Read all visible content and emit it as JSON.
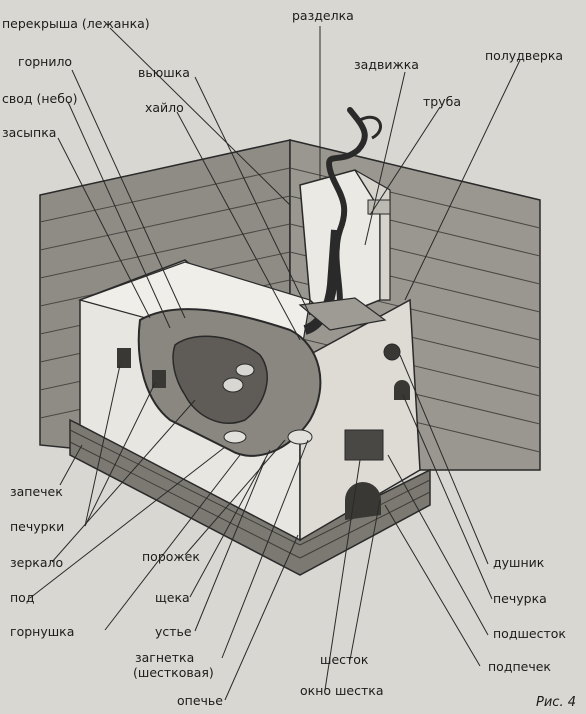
{
  "labels": {
    "perekrysha": "перекрыша (лежанка)",
    "gornilo": "горнило",
    "svod": "свод (небо)",
    "zasypka": "засыпка",
    "vyushka": "вьюшка",
    "khailo": "хайло",
    "razdelka": "разделка",
    "zadvizhka": "задвижка",
    "poludverka": "полудверка",
    "truba": "труба",
    "zapechek": "запечек",
    "pechurki": "печурки",
    "zerkalo": "зеркало",
    "pod": "под",
    "gornushka": "горнушка",
    "porozhek": "порожек",
    "shcheka": "щека",
    "ustye": "устье",
    "zagnetka": "загнетка",
    "shestkovaya": "(шестковая)",
    "opeche": "опечье",
    "okno_shestka": "окно шестка",
    "shestok": "шесток",
    "dushnik": "душник",
    "pechurka": "печурка",
    "podshestok": "подшесток",
    "podpechek": "подпечек"
  },
  "caption": "Рис. 4"
}
